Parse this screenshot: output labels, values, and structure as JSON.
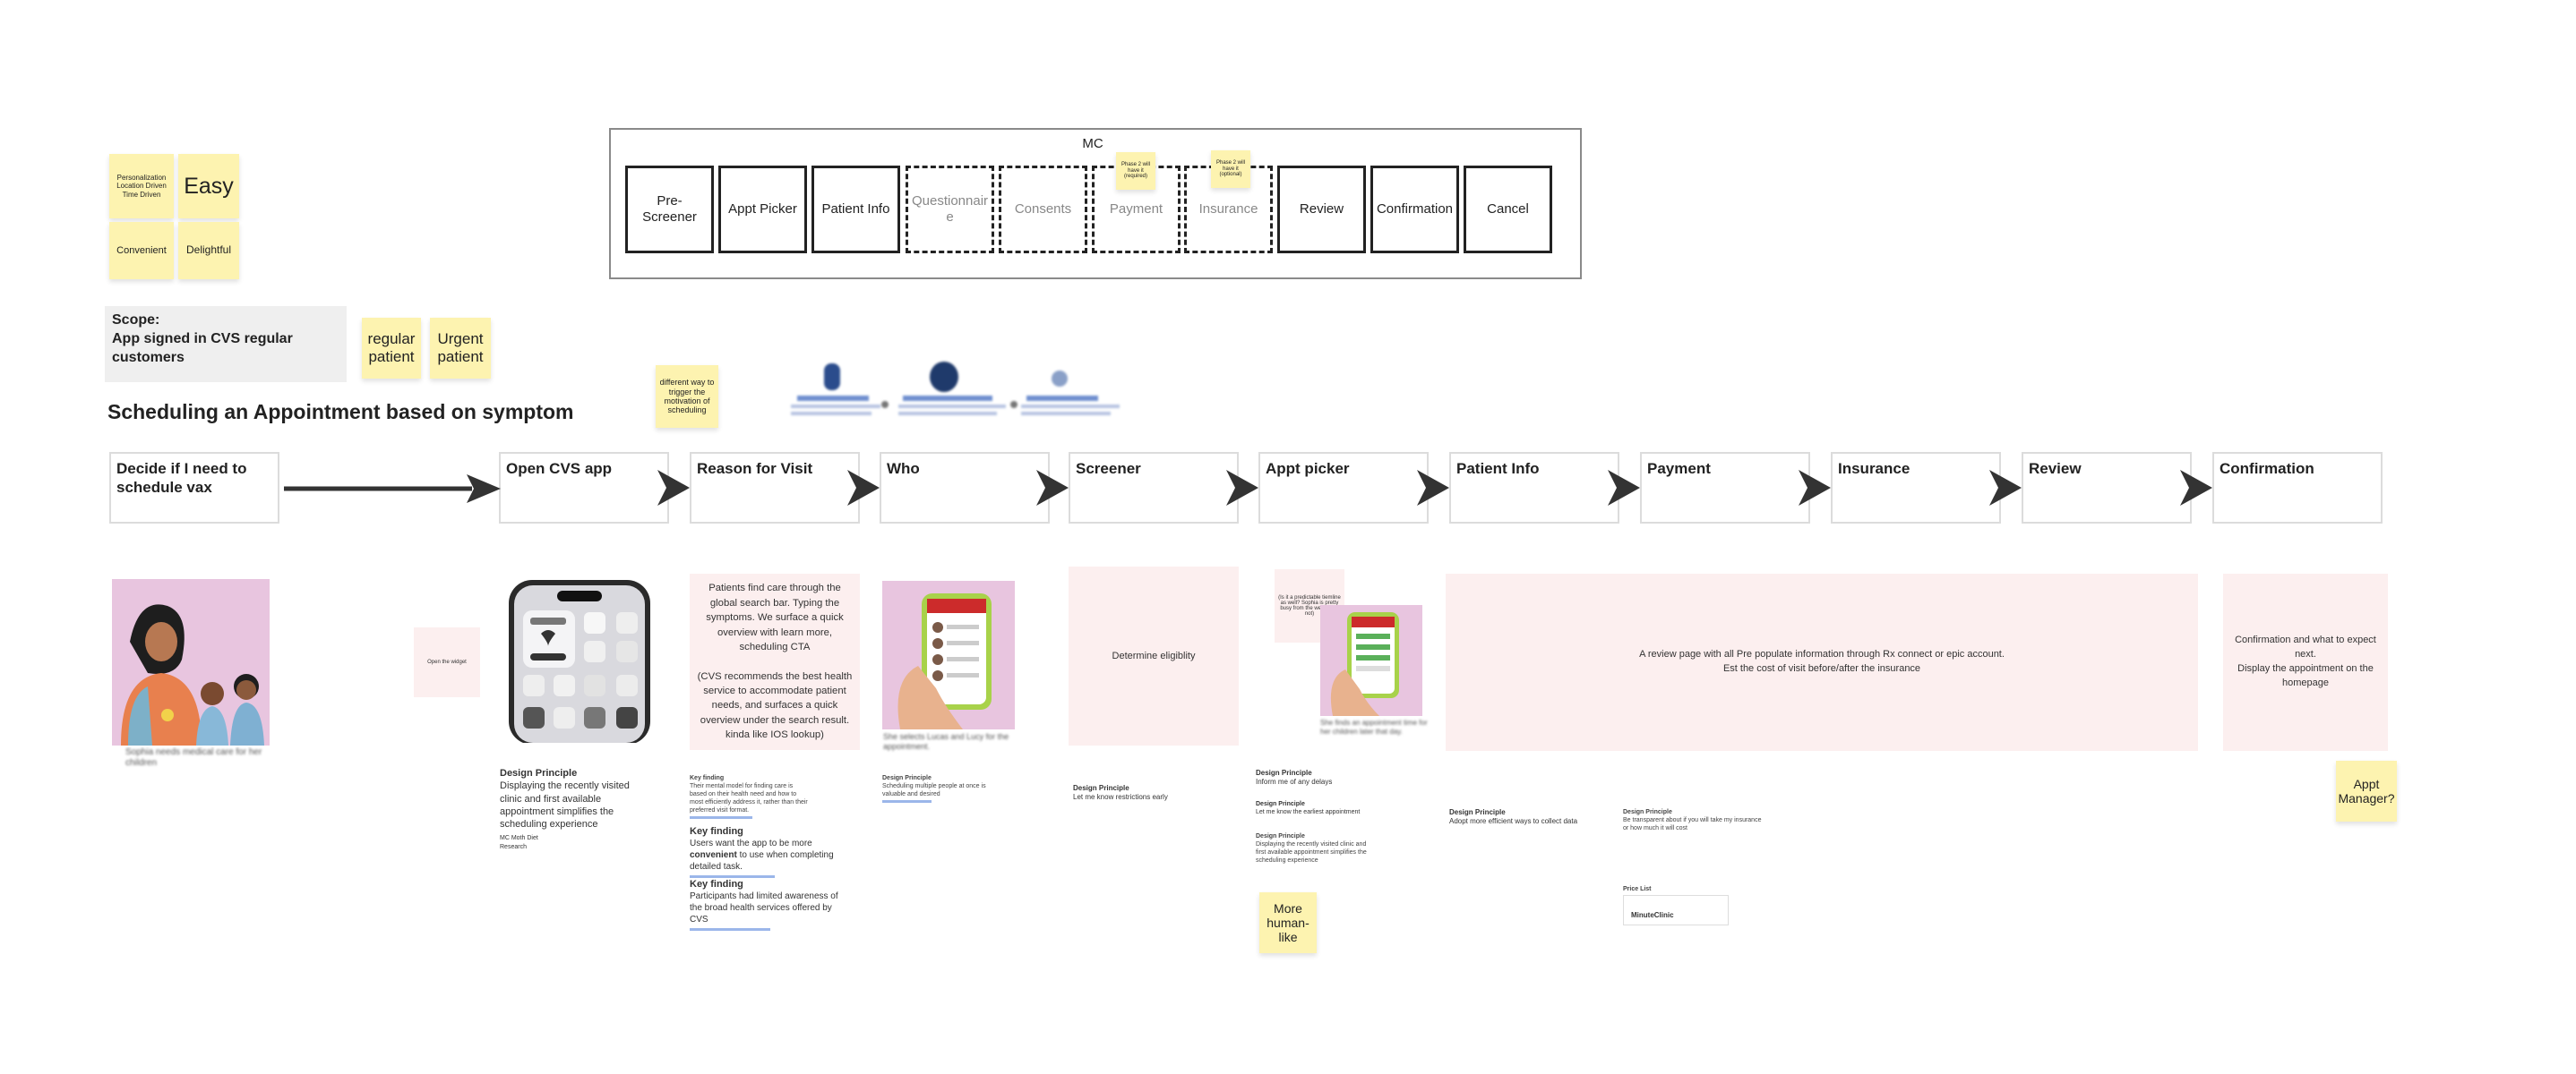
{
  "mc": {
    "title": "MC",
    "boxes": [
      {
        "label": "Pre- Screener",
        "style": "solid"
      },
      {
        "label": "Appt Picker",
        "style": "solid"
      },
      {
        "label": "Patient Info",
        "style": "solid"
      },
      {
        "label": "Questionnair e",
        "style": "dashed"
      },
      {
        "label": "Consents",
        "style": "dashed"
      },
      {
        "label": "Payment",
        "style": "dashed"
      },
      {
        "label": "Insurance",
        "style": "dashed"
      },
      {
        "label": "Review",
        "style": "solid"
      },
      {
        "label": "Confirmation",
        "style": "solid"
      },
      {
        "label": "Cancel",
        "style": "solid"
      }
    ],
    "payment_sticky": "Phase 2 will have it (required)",
    "insurance_sticky": "Phase 2 will have it (optional)"
  },
  "top_stickies": {
    "personalization": "Personalization Location Driven Time Driven",
    "easy": "Easy",
    "convenient": "Convenient",
    "delightful": "Delightful"
  },
  "scope": {
    "label": "Scope:",
    "text": "App signed in CVS regular customers"
  },
  "patient_stickies": {
    "regular": "regular patient",
    "urgent": "Urgent patient"
  },
  "different_way_sticky": "different way to trigger the motivation of scheduling",
  "section_title": "Scheduling an Appointment based on symptom",
  "stages": [
    "Decide if I need to schedule vax",
    "Open CVS app",
    "Reason for Visit",
    "Who",
    "Screener",
    "Appt picker",
    "Patient Info",
    "Payment",
    "Insurance",
    "Review",
    "Confirmation"
  ],
  "panels": {
    "sophia_caption": "Sophia needs medical care for her children",
    "open_widget": "Open the widget",
    "reason_text": "Patients find care through the global search bar. Typing the symptoms. We surface a quick overview with learn more, scheduling CTA\n\n(CVS recommends the best health service to accommodate patient needs, and surfaces a quick overview under the search result. kinda like IOS lookup)",
    "who_caption": "She selects Lucas and Lucy for the appointment.",
    "screener_text": "Determine eligiblity",
    "appt_caption": "She finds an appointment time for her children later that day.",
    "appt_note": "(Is it a predictable tiemline as well? Sophia is pretty busy from the website or not)",
    "review_text": "A review page with all Pre populate information through Rx connect or epic account.\nEst the cost of visit before/after the insurance",
    "confirm_text": "Confirmation and what to expect next.\nDisplay the appointment on the homepage"
  },
  "notes": {
    "open_app": {
      "title": "Design Principle",
      "body": "Displaying the recently visited clinic and first available appointment simplifies the scheduling experience",
      "small": "MC Moth Diet Research"
    },
    "reason_key1_title": "Key finding",
    "reason_key1_body": "Their mental model for finding care is based on their health need and how to most efficiently address it, rather than their preferred visit format.",
    "reason_key2_title": "Key finding",
    "reason_key2_body_pre": "Users want the app to be more ",
    "reason_key2_body_bold": "convenient",
    "reason_key2_body_post": " to use when completing detailed task.",
    "reason_key3_title": "Key finding",
    "reason_key3_body": "Participants had limited awareness of the broad health services offered by CVS",
    "who_title": "Design Principle",
    "who_body": "Scheduling multiple people at once is valuable and desired",
    "screener_title": "Design Principle",
    "screener_body": "Let me know restrictions early",
    "appt_title1": "Design Principle",
    "appt_body1": "Inform me of any delays",
    "appt_title2": "Design Principle",
    "appt_body2": "Let me know the earliest appointment",
    "appt_title3": "Design Principle",
    "appt_body3": "Displaying the recently visited clinic and first available appointment simplifies the scheduling experience",
    "patient_title": "Design Principle",
    "patient_body": "Adopt more efficient ways to collect data",
    "payment_title": "Design Principle",
    "payment_body": "Be transparent about if you will take my insurance or how much it will cost",
    "price_list": "Price List",
    "minuteclinic": "MinuteClinic"
  },
  "more_human_sticky": "More human-like",
  "appt_manager_sticky": "Appt Manager?",
  "colors": {
    "sticky": "#fdf3b0",
    "pink_panel": "#fcefef",
    "arrow": "#333333"
  }
}
